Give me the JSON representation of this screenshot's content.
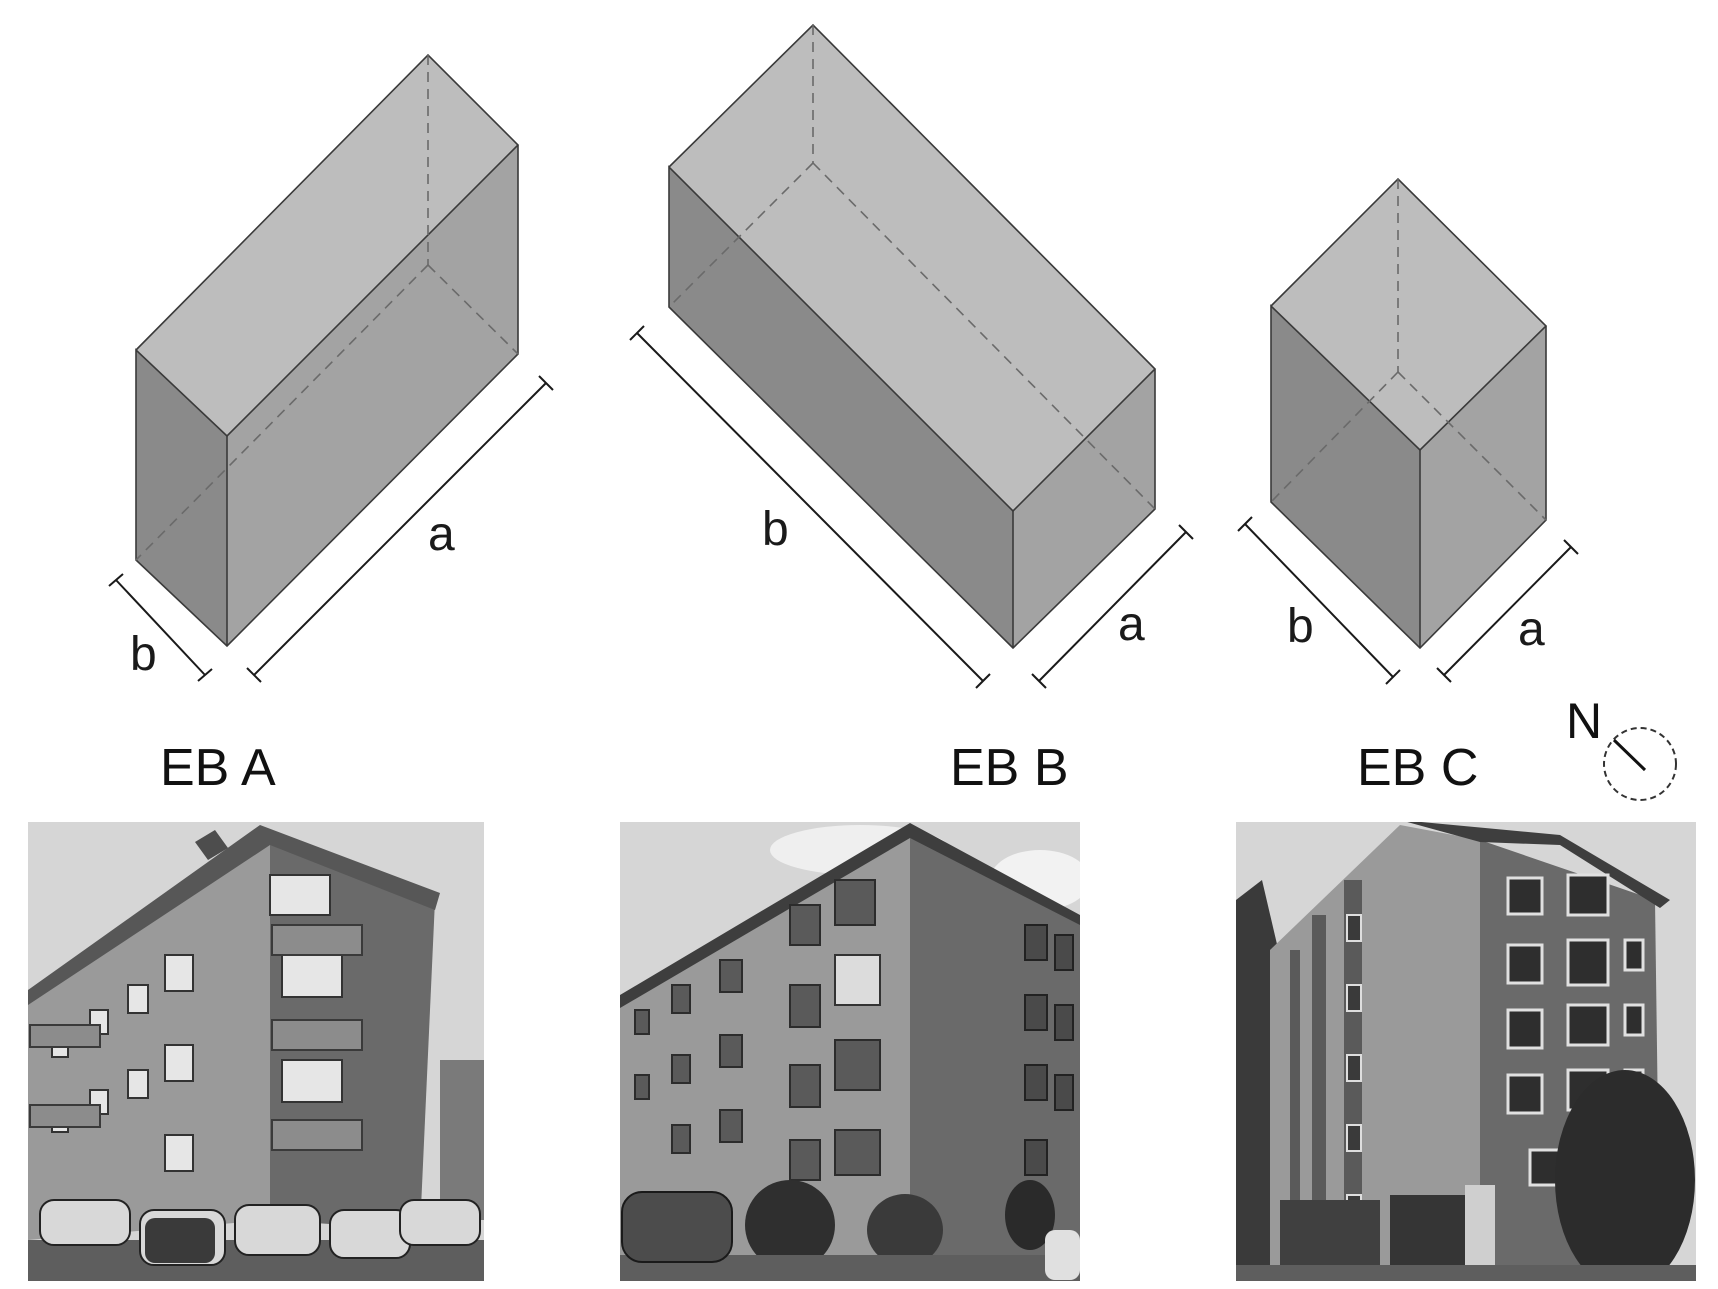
{
  "colors": {
    "top_face": "#bdbdbd",
    "left_face": "#8a8a8a",
    "right_face": "#a3a3a3",
    "photo_sky": "#d6d6d6",
    "photo_wall_dark": "#6a6a6a",
    "photo_wall_light": "#9a9a9a"
  },
  "buildings": [
    {
      "id": "A",
      "label": "EB A",
      "dim_a": "a",
      "dim_b": "b"
    },
    {
      "id": "B",
      "label": "EB B",
      "dim_a": "a",
      "dim_b": "b"
    },
    {
      "id": "C",
      "label": "EB C",
      "dim_a": "a",
      "dim_b": "b"
    }
  ],
  "compass": {
    "label": "N",
    "icon": "north-arrow-icon"
  }
}
